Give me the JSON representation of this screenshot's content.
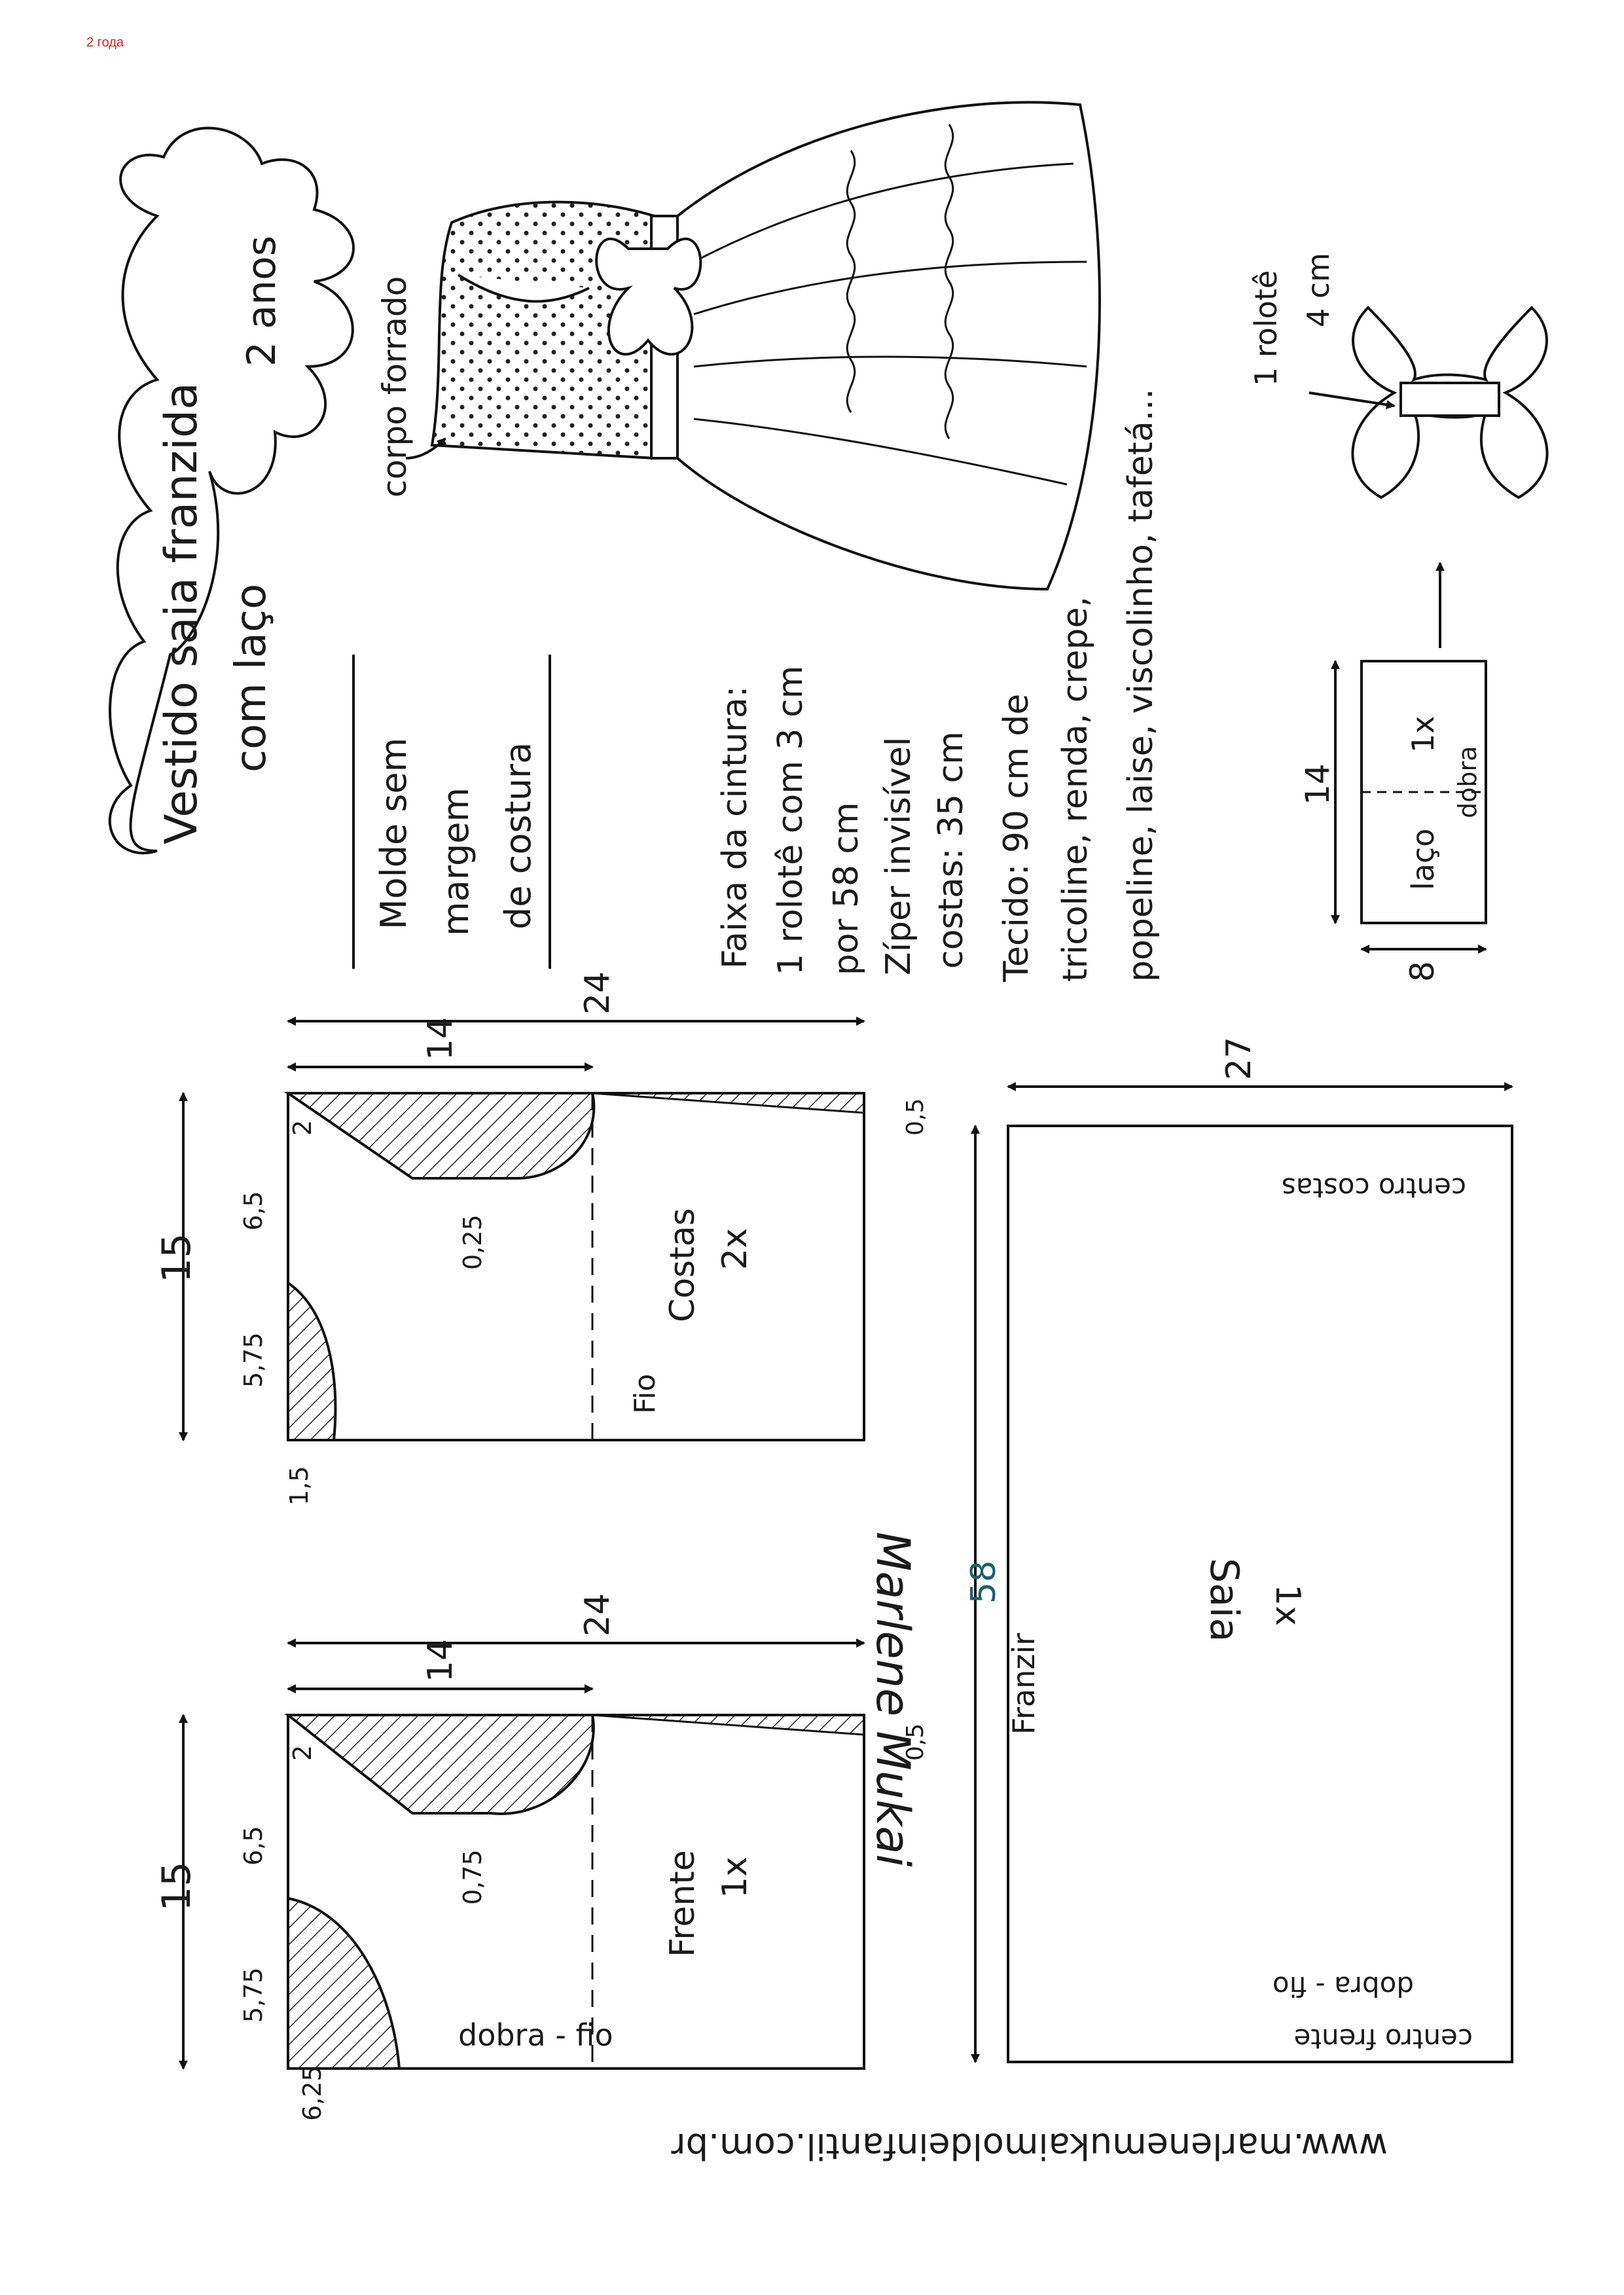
{
  "corner_tag": "2 года",
  "title": {
    "line1": "Vestido saia franzida",
    "line2": "com laço",
    "age": "2 anos"
  },
  "pattern_note": {
    "line1": "Molde sem",
    "line2": "margem",
    "line3": "de costura"
  },
  "sketch_label": "corpo forrado",
  "info": {
    "waist_band_1": "Faixa da cintura:",
    "waist_band_2": "1 rolotê com 3 cm",
    "waist_band_3": "por 58 cm",
    "zipper_1": "Zíper invisível",
    "zipper_2": "costas: 35 cm",
    "fabric_1": "Tecido: 90 cm de",
    "fabric_2": "tricoline, renda, crepe,",
    "fabric_3": "popeline, laise, viscolinho, tafetá..."
  },
  "bow": {
    "label_1": "1 rolotê",
    "label_2": "4 cm",
    "piece_name": "laço",
    "piece_qty": "1x",
    "fold": "dobra",
    "width": "14",
    "height": "8"
  },
  "back": {
    "name": "Costas",
    "qty": "2x",
    "grain": "Fio",
    "dim_length": "24",
    "dim_shoulder": "14",
    "dim_height": "15",
    "dim_2": "2",
    "dim_65": "6,5",
    "dim_575": "5,75",
    "dim_15": "1,5",
    "dim_025": "0,25",
    "dim_05": "0,5"
  },
  "front": {
    "name": "Frente",
    "qty": "1x",
    "fold_grain": "dobra - fio",
    "dim_length": "24",
    "dim_shoulder": "14",
    "dim_height": "15",
    "dim_2": "2",
    "dim_65": "6,5",
    "dim_575": "5,75",
    "dim_625": "6,25",
    "dim_075": "0,75",
    "dim_05": "0,5"
  },
  "skirt": {
    "name": "Saia",
    "qty": "1x",
    "gather": "Franzir",
    "center_back": "centro costas",
    "center_front": "centro frente",
    "fold_grain": "dobra - fio",
    "dim_width": "27",
    "dim_length": "58"
  },
  "signature": "Marlene Mukai",
  "website": "www.marlenemukaimoldeinfantil.com.br"
}
